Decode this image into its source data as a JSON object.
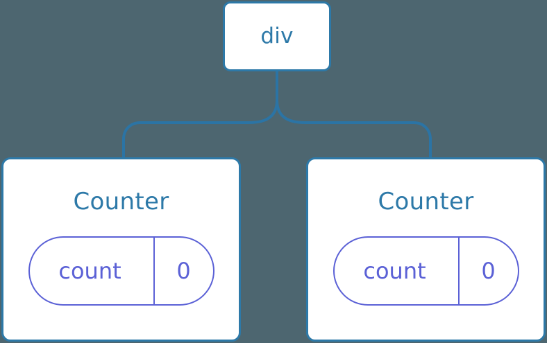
{
  "diagram": {
    "type": "component-tree",
    "background_color": "#4d6670",
    "node_border_color": "#2d79a8",
    "node_fill_color": "#ffffff",
    "node_text_color": "#2d79a8",
    "state_pill_color": "#5b61d6",
    "connector_color": "#2b74a5",
    "root": {
      "label": "div"
    },
    "children": [
      {
        "label": "Counter",
        "state": {
          "key": "count",
          "value": "0"
        }
      },
      {
        "label": "Counter",
        "state": {
          "key": "count",
          "value": "0"
        }
      }
    ]
  }
}
